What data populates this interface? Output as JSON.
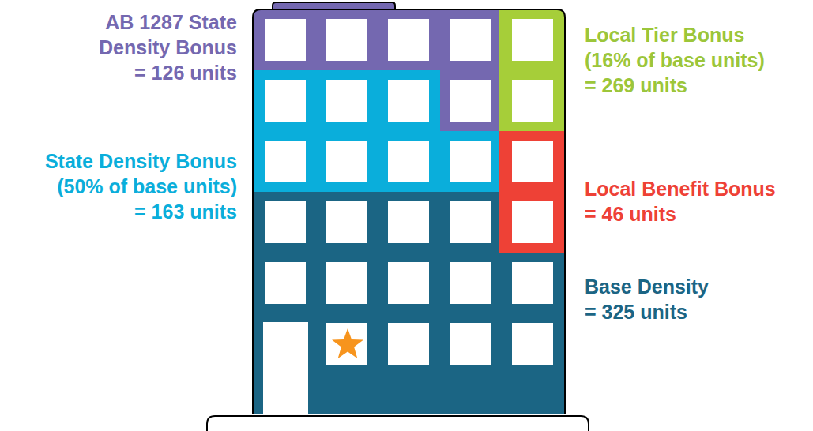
{
  "diagram": {
    "labels": [
      "AB 1287 State Density Bonus = 126 units",
      "Local Tier Bonus (16% of base units) = 269 units",
      "State Density Bonus (50% of base units) = 163 units",
      "Local Benefit Bonus = 46 units",
      "Base Density = 325 units"
    ]
  }
}
